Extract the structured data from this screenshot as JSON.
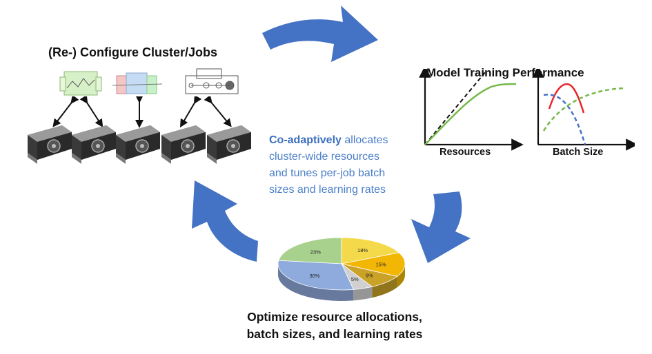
{
  "title_left": "(Re-) Configure Cluster/Jobs",
  "title_right": "Model Training Performance",
  "resources_chart": {
    "xlabel": "Resources",
    "series": [
      {
        "style": "dashed",
        "color": "#111111"
      },
      {
        "style": "solid",
        "color": "#76b84a"
      }
    ]
  },
  "batch_chart": {
    "xlabel": "Batch Size",
    "series": [
      {
        "style": "solid",
        "color": "#e8262a"
      },
      {
        "style": "dashed",
        "color": "#4472c4"
      },
      {
        "style": "dashed",
        "color": "#76b84a"
      }
    ]
  },
  "center_text": {
    "highlight": "Co-adaptively",
    "line1_rest": " allocates",
    "line2": "cluster-wide resources",
    "line3": "and tunes per-job batch",
    "line4": "sizes and learning rates"
  },
  "bottom_text": {
    "line1": "Optimize resource allocations,",
    "line2": "batch sizes, and learning rates"
  },
  "pie": {
    "slices": [
      {
        "label": "23%",
        "value": 23,
        "color": "#a9d18e"
      },
      {
        "label": "18%",
        "value": 18,
        "color": "#f4d94a"
      },
      {
        "label": "15%",
        "value": 15,
        "color": "#f2b705"
      },
      {
        "label": "9%",
        "value": 9,
        "color": "#c9a227"
      },
      {
        "label": "5%",
        "value": 5,
        "color": "#d0d0d0"
      },
      {
        "label": "30%",
        "value": 30,
        "color": "#8faadc"
      }
    ]
  },
  "colors": {
    "arrow_blue": "#4472c4",
    "text_blue": "#4a7fc8"
  },
  "icons": [
    "gpu-card-icon",
    "model-graph-icon",
    "cycle-arrow-icon"
  ]
}
